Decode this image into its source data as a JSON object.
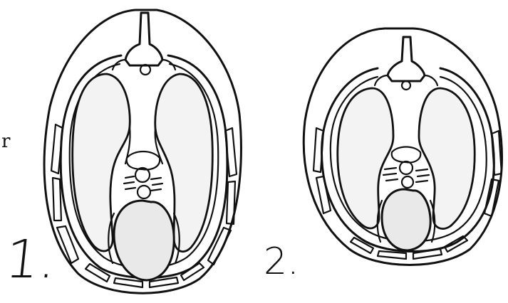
{
  "figure": {
    "margin_text": "r",
    "panels": [
      {
        "label": "1."
      },
      {
        "label": "2."
      }
    ]
  }
}
